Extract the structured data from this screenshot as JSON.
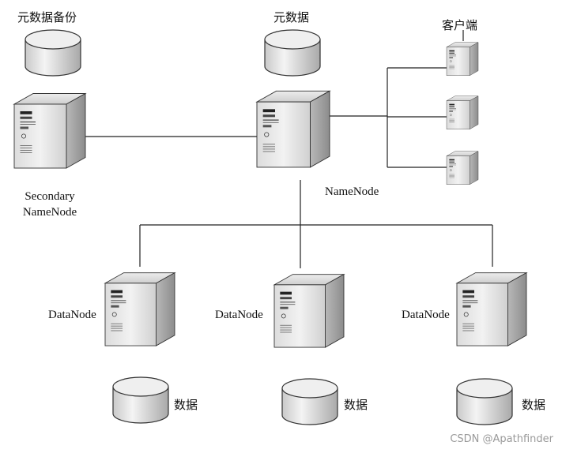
{
  "labels": {
    "secondary_backup": "元数据备份",
    "metadata": "元数据",
    "clients": "客户端",
    "secondary_line1": "Secondary",
    "secondary_line2": "NameNode",
    "namenode": "NameNode",
    "datanode_1": "DataNode",
    "datanode_2": "DataNode",
    "datanode_3": "DataNode",
    "data_1": "数据",
    "data_2": "数据",
    "data_3": "数据"
  },
  "watermark": "CSDN @Apathfinder",
  "icons": {
    "server": "server-tower-icon",
    "database": "database-cylinder-icon"
  }
}
